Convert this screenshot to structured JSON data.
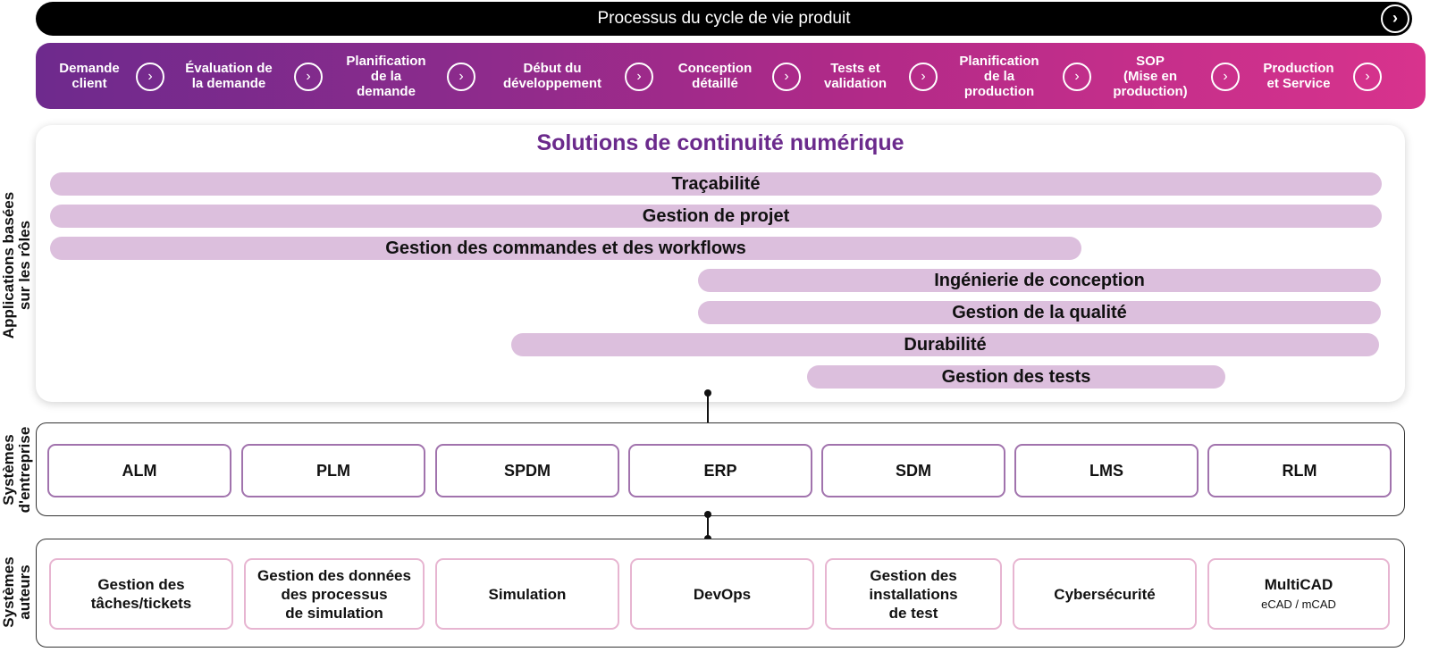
{
  "lifecycle": {
    "title": "Processus du cycle de vie produit",
    "next_icon": "chevron-right-icon",
    "phases": [
      {
        "label": "Demande\nclient"
      },
      {
        "label": "Évaluation de\nla demande"
      },
      {
        "label": "Planification\nde la\ndemande"
      },
      {
        "label": "Début du\ndéveloppement"
      },
      {
        "label": "Conception\ndétaillé"
      },
      {
        "label": "Tests et\nvalidation"
      },
      {
        "label": "Planification\nde la\nproduction"
      },
      {
        "label": "SOP\n(Mise en\nproduction)"
      },
      {
        "label": "Production\net Service"
      }
    ]
  },
  "side_labels": {
    "roles": "Applications basées\nsur les rôles",
    "enterprise": "Systèmes\nd'entreprise",
    "authoring": "Systèmes\nauteurs"
  },
  "solutions": {
    "title": "Solutions de continuité numérique",
    "bars": [
      {
        "label": "Traçabilité"
      },
      {
        "label": "Gestion de projet"
      },
      {
        "label": "Gestion des commandes et des workflows"
      },
      {
        "label": "Ingénierie de conception"
      },
      {
        "label": "Gestion de la qualité"
      },
      {
        "label": "Durabilité"
      },
      {
        "label": "Gestion des tests"
      }
    ]
  },
  "enterprise_systems": [
    "ALM",
    "PLM",
    "SPDM",
    "ERP",
    "SDM",
    "LMS",
    "RLM"
  ],
  "authoring_systems": [
    {
      "label": "Gestion des\ntâches/tickets",
      "sub": ""
    },
    {
      "label": "Gestion des données\ndes processus\nde simulation",
      "sub": ""
    },
    {
      "label": "Simulation",
      "sub": ""
    },
    {
      "label": "DevOps",
      "sub": ""
    },
    {
      "label": "Gestion des\ninstallations\nde test",
      "sub": ""
    },
    {
      "label": "Cybersécurité",
      "sub": ""
    },
    {
      "label": "MultiCAD",
      "sub": "eCAD / mCAD"
    }
  ],
  "colors": {
    "purple": "#6b2a8c",
    "magenta": "#d8338d",
    "bar_fill": "#dcbfdd",
    "enterprise_border": "#a173ad",
    "authoring_border": "#e7b5d1"
  }
}
